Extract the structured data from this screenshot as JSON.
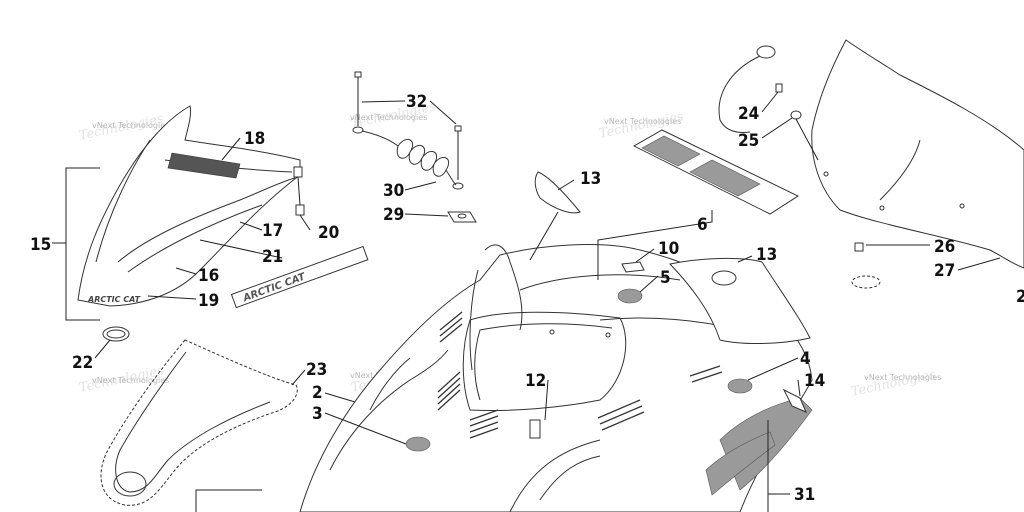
{
  "callouts": [
    "2",
    "3",
    "4",
    "5",
    "6",
    "10",
    "12",
    "13",
    "13",
    "14",
    "15",
    "16",
    "17",
    "18",
    "19",
    "20",
    "21",
    "22",
    "23",
    "24",
    "25",
    "26",
    "27",
    "29",
    "30",
    "31",
    "32"
  ],
  "cut_off_label": "2",
  "watermark_text": "vNext Technologies",
  "watermark_shadow": "Technologies",
  "decal_text_21": "ARCTIC CAT",
  "decal_text_19": "ARCTIC CAT",
  "colors": {
    "line": "#222222",
    "watermark": "#b9b9b9",
    "decal_grey": "#9a9a9a"
  }
}
